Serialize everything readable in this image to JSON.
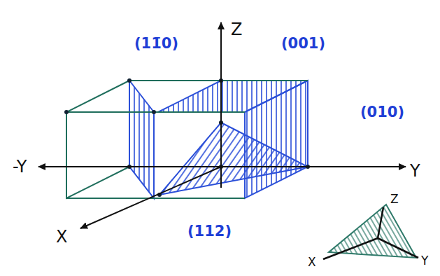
{
  "diagram": {
    "labels": [
      "(11̄0)",
      "(001)",
      "(010)",
      "(112)",
      "Z",
      "Y",
      "-Y",
      "X",
      "Z",
      "Y",
      "X"
    ]
  }
}
